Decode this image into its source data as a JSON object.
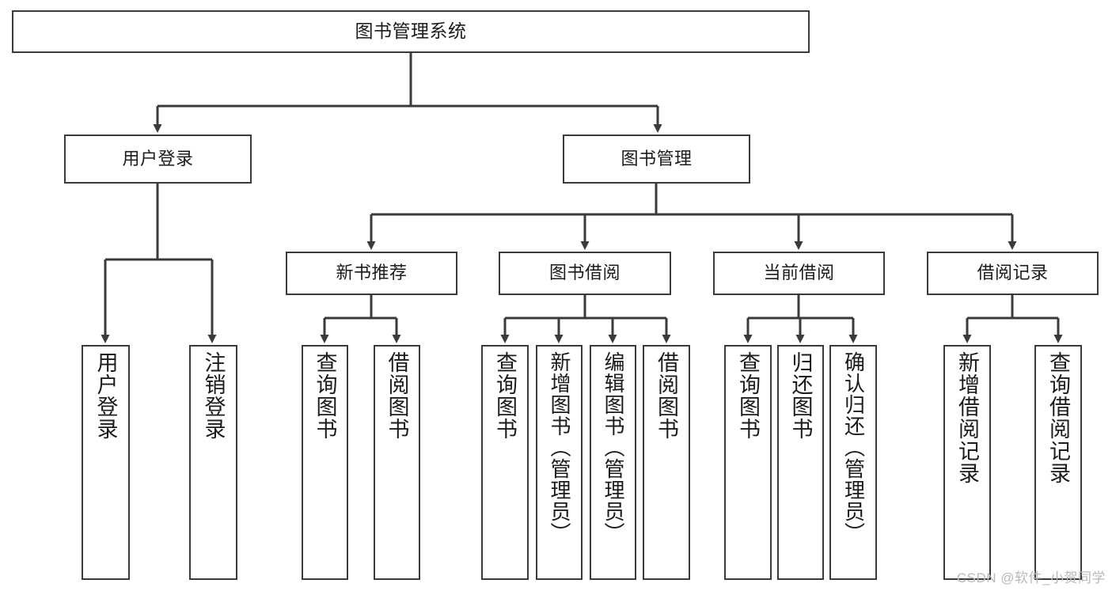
{
  "diagram": {
    "title": "图书管理系统",
    "type": "tree",
    "watermark": "CSDN @软件_小贺同学",
    "colors": {
      "box_border": "#3a3a3a",
      "box_fill": "#ffffff",
      "connector": "#3a3a3a",
      "text": "#1b1b1b",
      "watermark": "#b9b9b9"
    },
    "nodes": {
      "root": {
        "label": "图书管理系统"
      },
      "level2": [
        {
          "id": "user-login",
          "label": "用户登录"
        },
        {
          "id": "book-management",
          "label": "图书管理"
        }
      ],
      "level3": [
        {
          "id": "new-book-recommend",
          "label": "新书推荐"
        },
        {
          "id": "book-borrow",
          "label": "图书借阅"
        },
        {
          "id": "current-borrow",
          "label": "当前借阅"
        },
        {
          "id": "borrow-record",
          "label": "借阅记录"
        }
      ],
      "leaves": {
        "user-login": [
          {
            "id": "leaf-user-login",
            "label": "用户登录"
          },
          {
            "id": "leaf-logout",
            "label": "注销登录"
          }
        ],
        "new-book-recommend": [
          {
            "id": "leaf-query-book-1",
            "label": "查询图书"
          },
          {
            "id": "leaf-borrow-book-1",
            "label": "借阅图书"
          }
        ],
        "book-borrow": [
          {
            "id": "leaf-query-book-2",
            "label": "查询图书"
          },
          {
            "id": "leaf-add-book",
            "label": "新增图书（管理员）"
          },
          {
            "id": "leaf-edit-book",
            "label": "编辑图书（管理员）"
          },
          {
            "id": "leaf-borrow-book-2",
            "label": "借阅图书"
          }
        ],
        "current-borrow": [
          {
            "id": "leaf-query-book-3",
            "label": "查询图书"
          },
          {
            "id": "leaf-return-book",
            "label": "归还图书"
          },
          {
            "id": "leaf-confirm-return",
            "label": "确认归还（管理员）"
          }
        ],
        "borrow-record": [
          {
            "id": "leaf-add-record",
            "label": "新增借阅记录"
          },
          {
            "id": "leaf-query-record",
            "label": "查询借阅记录"
          }
        ]
      }
    }
  }
}
